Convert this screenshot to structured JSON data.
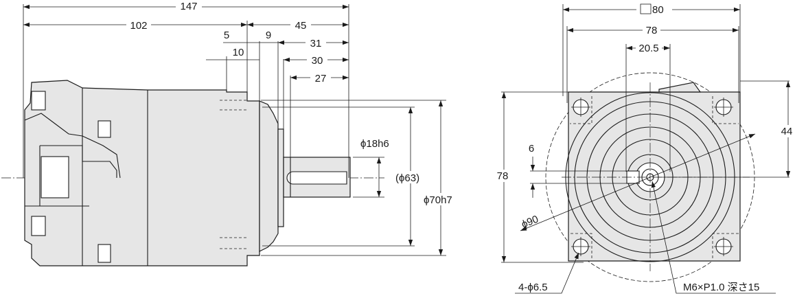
{
  "side_view": {
    "dims": {
      "overall_length": "147",
      "body_length": "102",
      "flange_offset": "5",
      "flange_thickness": "10",
      "pilot_offset": "9",
      "shaft_total": "45",
      "shaft_31": "31",
      "shaft_30": "30",
      "key_length": "27",
      "shaft_dia": "ϕ18h6",
      "bolt_circle": "(ϕ63)",
      "pilot_dia": "ϕ70h7"
    }
  },
  "front_view": {
    "dims": {
      "square_size": "80",
      "hole_pitch": "78",
      "key_offset": "20.5",
      "vertical_pitch": "78",
      "center_offset": "44",
      "key_width": "6",
      "circle_dia": "ϕ90",
      "mount_holes": "4-ϕ6.5",
      "tap": "M6×P1.0 深さ15"
    }
  }
}
